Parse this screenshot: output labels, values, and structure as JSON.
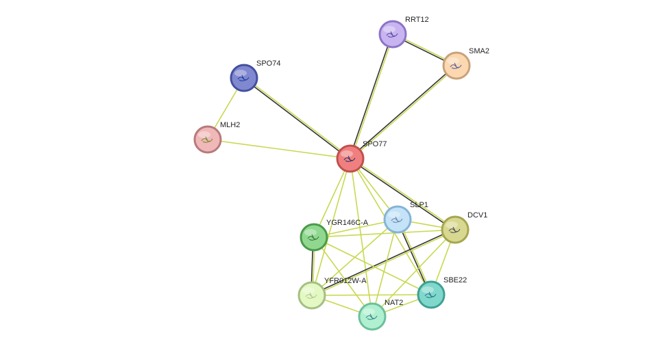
{
  "network": {
    "nodes": [
      {
        "id": "SPO77",
        "label": "SPO77",
        "color": "#f08080",
        "ring": "#c0504d",
        "glyph": "#333366"
      },
      {
        "id": "SPO74",
        "label": "SPO74",
        "color": "#8088d0",
        "ring": "#44509e",
        "glyph": "#2040a0"
      },
      {
        "id": "MLH2",
        "label": "MLH2",
        "color": "#f0b8b8",
        "ring": "#b77a7a",
        "glyph": "#7a8a30"
      },
      {
        "id": "RRT12",
        "label": "RRT12",
        "color": "#c8b4f0",
        "ring": "#8c74c8",
        "glyph": "#5a4aa0"
      },
      {
        "id": "SMA2",
        "label": "SMA2",
        "color": "#fbd8b0",
        "ring": "#c9a27a",
        "glyph": "#6060a0"
      },
      {
        "id": "SLP1",
        "label": "SLP1",
        "color": "#c4e2f8",
        "ring": "#86b4d4",
        "glyph": "#6a8aa8"
      },
      {
        "id": "DCV1",
        "label": "DCV1",
        "color": "#d8d890",
        "ring": "#a6a650",
        "glyph": "#505060"
      },
      {
        "id": "YGR146C-A",
        "label": "YGR146C-A",
        "color": "#90d890",
        "ring": "#4a9a4a",
        "glyph": "#3a7a3a"
      },
      {
        "id": "YFR012W-A",
        "label": "YFR012W-A",
        "color": "#e4f8c4",
        "ring": "#a4c084",
        "glyph": "#b0c890"
      },
      {
        "id": "NAT2",
        "label": "NAT2",
        "color": "#b0f0d0",
        "ring": "#6cc09c",
        "glyph": "#3a8a8a"
      },
      {
        "id": "SBE22",
        "label": "SBE22",
        "color": "#80d8cc",
        "ring": "#40a094",
        "glyph": "#2a7a8a"
      }
    ],
    "edges": [
      {
        "source": "SPO74",
        "target": "MLH2",
        "channels": [
          "text"
        ]
      },
      {
        "source": "MLH2",
        "target": "SPO77",
        "channels": [
          "text"
        ]
      },
      {
        "source": "SPO74",
        "target": "SPO77",
        "channels": [
          "text",
          "coexpression"
        ]
      },
      {
        "source": "RRT12",
        "target": "SPO77",
        "channels": [
          "text",
          "coexpression"
        ]
      },
      {
        "source": "RRT12",
        "target": "SMA2",
        "channels": [
          "text",
          "coexpression"
        ]
      },
      {
        "source": "SMA2",
        "target": "SPO77",
        "channels": [
          "text",
          "coexpression"
        ]
      },
      {
        "source": "SPO77",
        "target": "DCV1",
        "channels": [
          "text",
          "coexpression"
        ]
      },
      {
        "source": "SPO77",
        "target": "SLP1",
        "channels": [
          "text"
        ]
      },
      {
        "source": "SPO77",
        "target": "YGR146C-A",
        "channels": [
          "text"
        ]
      },
      {
        "source": "SPO77",
        "target": "YFR012W-A",
        "channels": [
          "text"
        ]
      },
      {
        "source": "SPO77",
        "target": "NAT2",
        "channels": [
          "text"
        ]
      },
      {
        "source": "SPO77",
        "target": "SBE22",
        "channels": [
          "text"
        ]
      },
      {
        "source": "SLP1",
        "target": "SBE22",
        "channels": [
          "text",
          "coexpression"
        ]
      },
      {
        "source": "DCV1",
        "target": "YFR012W-A",
        "channels": [
          "text",
          "coexpression"
        ]
      },
      {
        "source": "YGR146C-A",
        "target": "YFR012W-A",
        "channels": [
          "text",
          "coexpression"
        ]
      },
      {
        "source": "SLP1",
        "target": "DCV1",
        "channels": [
          "text"
        ]
      },
      {
        "source": "SLP1",
        "target": "YGR146C-A",
        "channels": [
          "text"
        ]
      },
      {
        "source": "SLP1",
        "target": "YFR012W-A",
        "channels": [
          "text"
        ]
      },
      {
        "source": "SLP1",
        "target": "NAT2",
        "channels": [
          "text"
        ]
      },
      {
        "source": "DCV1",
        "target": "YGR146C-A",
        "channels": [
          "text"
        ]
      },
      {
        "source": "DCV1",
        "target": "NAT2",
        "channels": [
          "text"
        ]
      },
      {
        "source": "DCV1",
        "target": "SBE22",
        "channels": [
          "text"
        ]
      },
      {
        "source": "YGR146C-A",
        "target": "NAT2",
        "channels": [
          "text"
        ]
      },
      {
        "source": "YGR146C-A",
        "target": "SBE22",
        "channels": [
          "text"
        ]
      },
      {
        "source": "YFR012W-A",
        "target": "NAT2",
        "channels": [
          "text"
        ]
      },
      {
        "source": "YFR012W-A",
        "target": "SBE22",
        "channels": [
          "text"
        ]
      },
      {
        "source": "NAT2",
        "target": "SBE22",
        "channels": [
          "text"
        ]
      }
    ],
    "channel_colors": {
      "text": "#c8d850",
      "coexpression": "#333333"
    }
  }
}
